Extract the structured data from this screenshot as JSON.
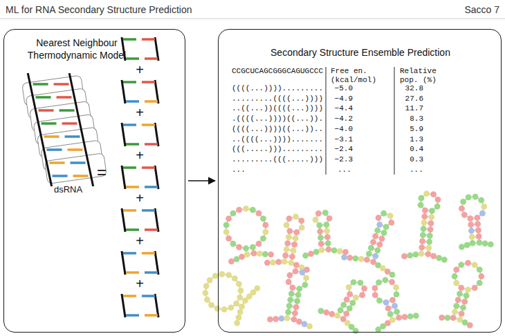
{
  "diagram": {
    "nodes": [
      {
        "text": [
          "Nearest Neighbour Thermodynamic Model"
        ]
      },
      {
        "text": [
          "Secondary Structure Ensemble Prediction"
        ]
      }
    ],
    "edges": [
      {
        "from": 0,
        "to": 1,
        "arrow": "to"
      }
    ],
    "labels": [
      "ML for RNA Secondary Structure Prediction",
      "Sacco 7",
      "dsRNA",
      "=",
      "+",
      "+",
      "+",
      "+",
      "+",
      "+",
      "CCGCUCAGCGGGCAGUGCCC",
      "Free en. (kcal/mol)",
      "Relative pop. (%)",
      "((((...)))).........",
      "−5.0",
      "32.8",
      ".........((((...))))",
      "−4.9",
      "27.6",
      "..((...))((((...))))",
      "−4.4",
      "11.7",
      ".((((...))))((...)).",
      "−4.2",
      "8.3",
      "((((...))))((...))..",
      "−4.0",
      "5.9",
      "..((((...)))).......",
      "−3.1",
      "1.3",
      "(((.....))).........",
      "−2.4",
      "0.4",
      ".........(((.....)))",
      "−2.3",
      "0.3",
      "...",
      "...",
      "..."
    ]
  }
}
